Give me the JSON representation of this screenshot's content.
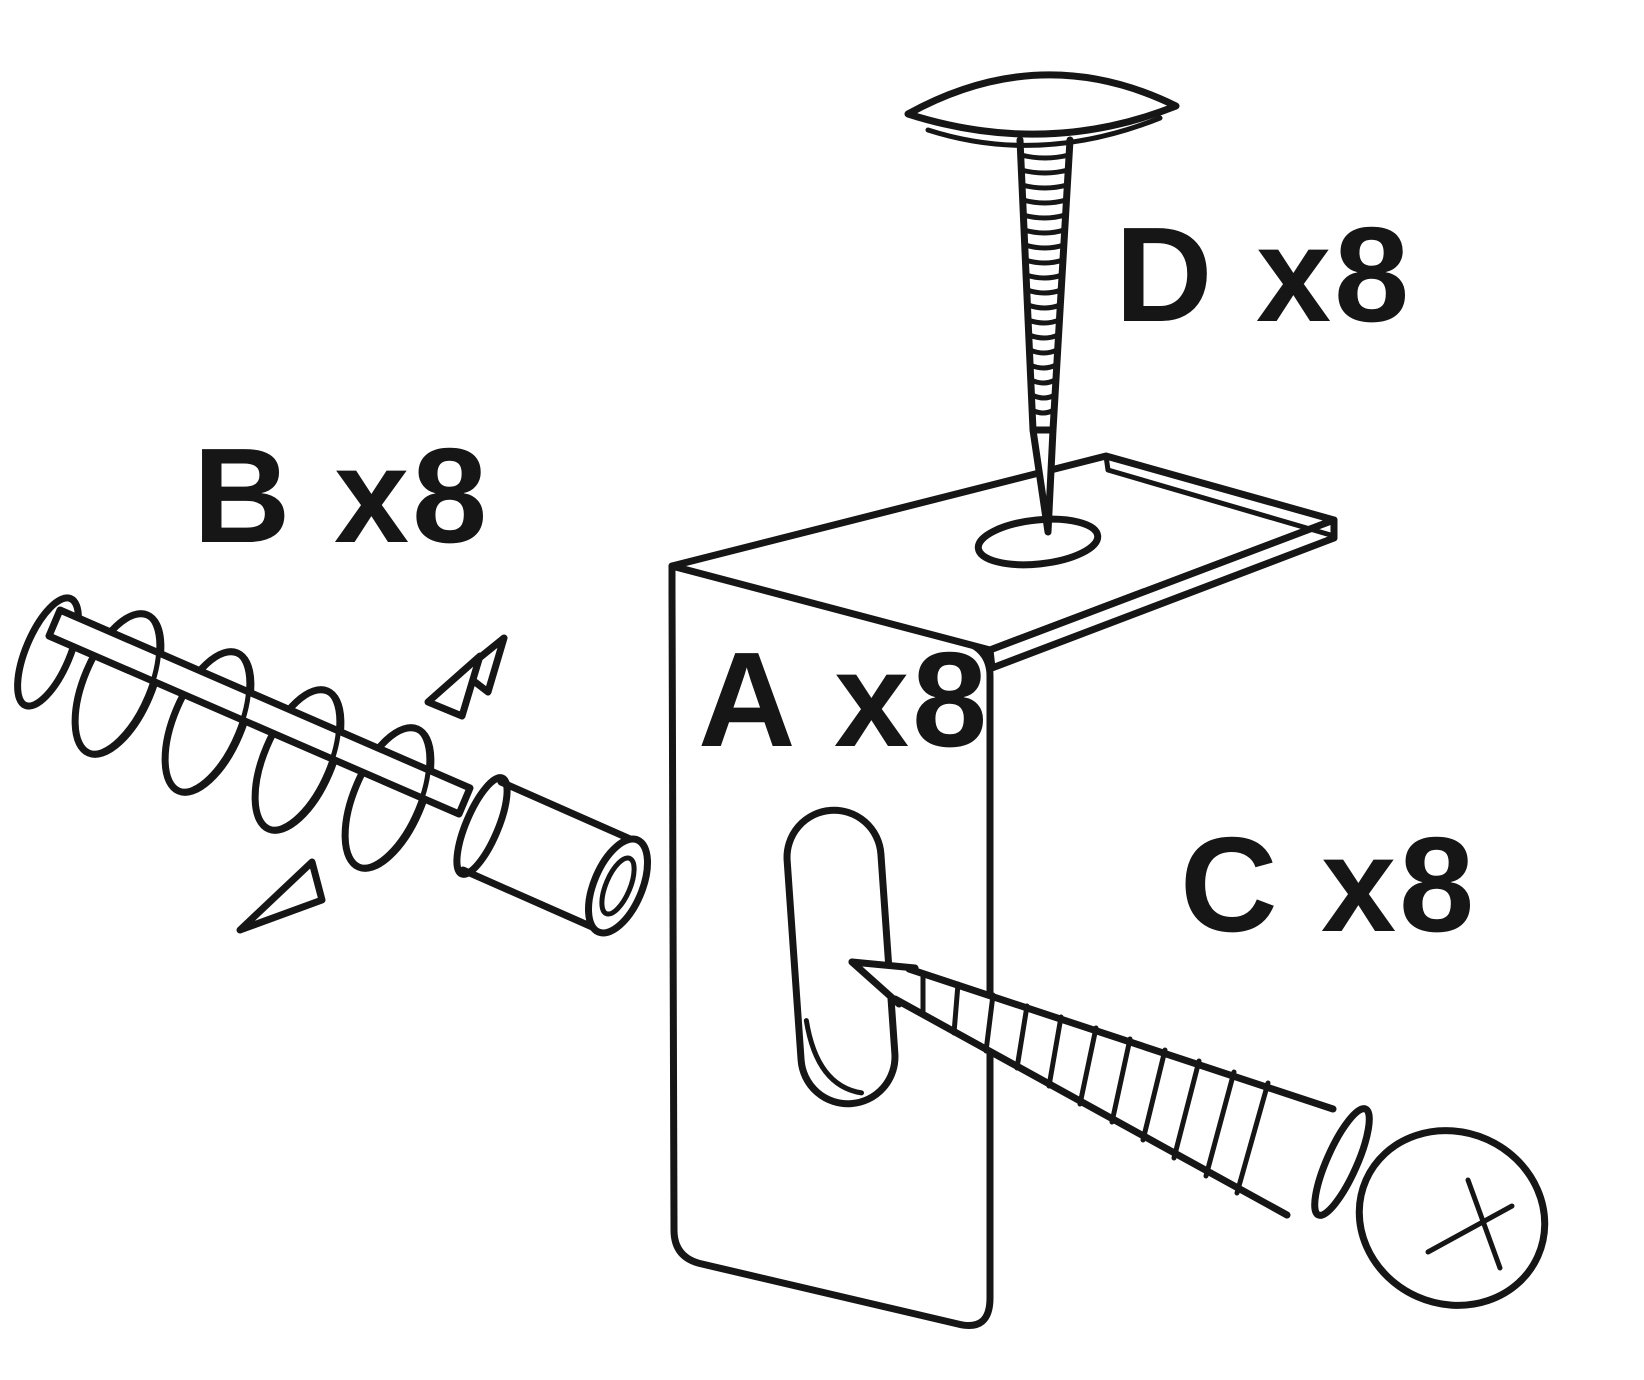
{
  "figure": {
    "background_color": "#ffffff",
    "line_color": "#161616",
    "description_labels": {
      "bracket": "A x8",
      "wall_anchor": "B x8",
      "screw": "C x8",
      "nail": "D x8"
    }
  },
  "parts": [
    {
      "id": "A",
      "label": "A x8",
      "quantity": 8
    },
    {
      "id": "B",
      "label": "B x8",
      "quantity": 8
    },
    {
      "id": "C",
      "label": "C x8",
      "quantity": 8
    },
    {
      "id": "D",
      "label": "D x8",
      "quantity": 8
    }
  ]
}
